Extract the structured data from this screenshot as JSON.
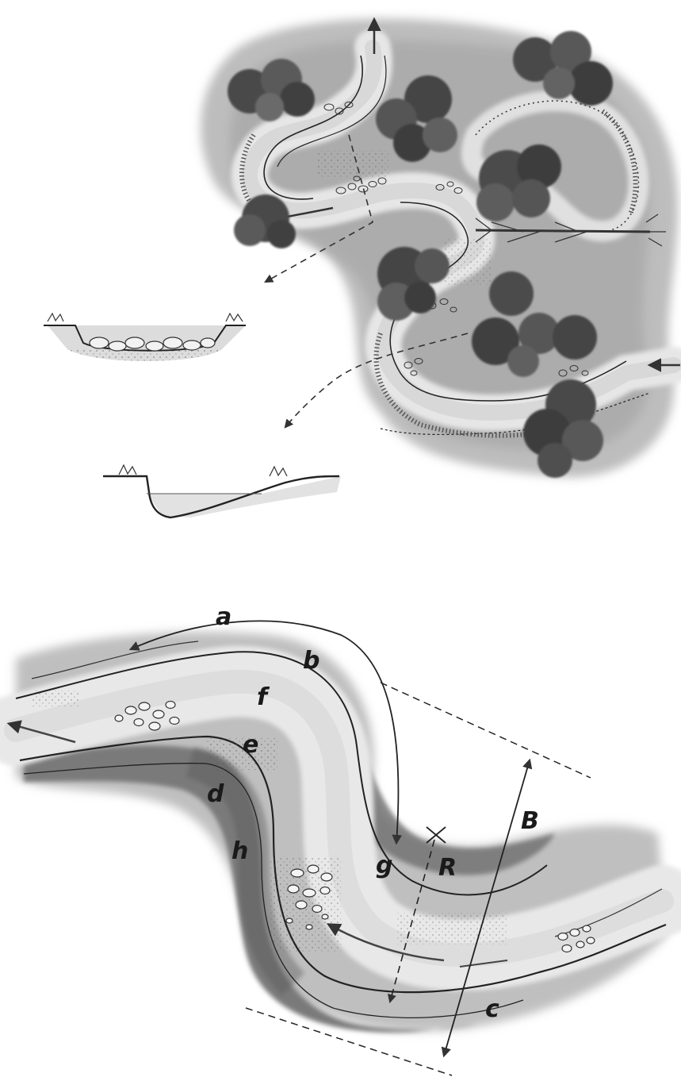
{
  "figure": {
    "labels": {
      "a": "a",
      "b": "b",
      "c": "c",
      "d": "d",
      "e": "e",
      "f": "f",
      "g": "g",
      "h": "h",
      "B": "B",
      "R": "R"
    }
  }
}
